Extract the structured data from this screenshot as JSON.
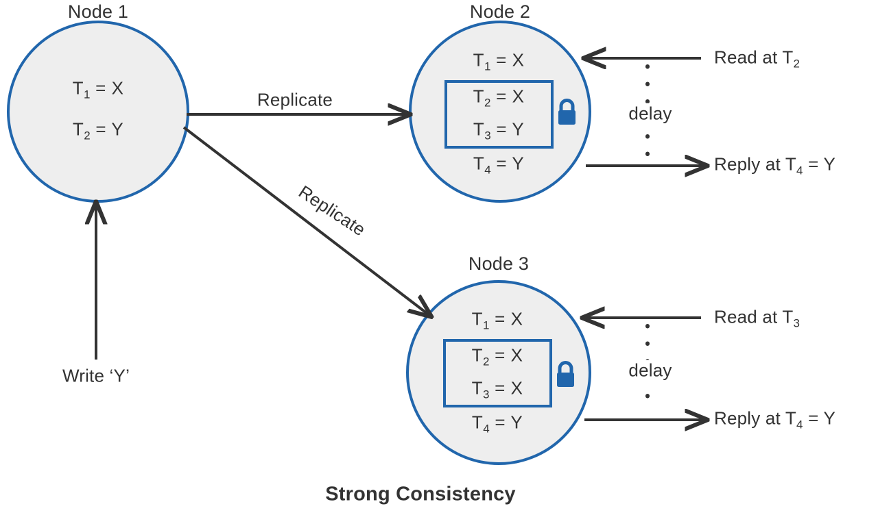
{
  "diagram": {
    "caption": "Strong Consistency",
    "colors": {
      "node_stroke": "#2166ac",
      "node_fill": "#eeeeee",
      "lock": "#2166ac",
      "box_stroke": "#2166ac",
      "arrow": "#333333",
      "text": "#333333"
    },
    "nodes": [
      {
        "id": "node-1",
        "title": "Node 1",
        "rows": [
          {
            "t": "T",
            "sub": "1",
            "eq": "= X",
            "boxed": false
          },
          {
            "t": "T",
            "sub": "2",
            "eq": "= Y",
            "boxed": false
          }
        ],
        "has_lock": false
      },
      {
        "id": "node-2",
        "title": "Node 2",
        "rows": [
          {
            "t": "T",
            "sub": "1",
            "eq": "= X",
            "boxed": false
          },
          {
            "t": "T",
            "sub": "2",
            "eq": "= X",
            "boxed": true
          },
          {
            "t": "T",
            "sub": "3",
            "eq": "= Y",
            "boxed": true
          },
          {
            "t": "T",
            "sub": "4",
            "eq": "= Y",
            "boxed": false
          }
        ],
        "has_lock": true
      },
      {
        "id": "node-3",
        "title": "Node 3",
        "rows": [
          {
            "t": "T",
            "sub": "1",
            "eq": "= X",
            "boxed": false
          },
          {
            "t": "T",
            "sub": "2",
            "eq": "= X",
            "boxed": true
          },
          {
            "t": "T",
            "sub": "3",
            "eq": "= X",
            "boxed": true
          },
          {
            "t": "T",
            "sub": "4",
            "eq": "= Y",
            "boxed": false
          }
        ],
        "has_lock": true
      }
    ],
    "edges": {
      "replicate_top": "Replicate",
      "replicate_diagonal": "Replicate",
      "write": "Write ‘Y’"
    },
    "node2_side": {
      "read": "Read at T",
      "read_sub": "2",
      "delay": "delay",
      "reply": "Reply at T",
      "reply_sub": "4",
      "reply_tail": "= Y"
    },
    "node3_side": {
      "read": "Read at T",
      "read_sub": "3",
      "delay": "delay",
      "reply": "Reply at T",
      "reply_sub": "4",
      "reply_tail": "= Y"
    }
  }
}
